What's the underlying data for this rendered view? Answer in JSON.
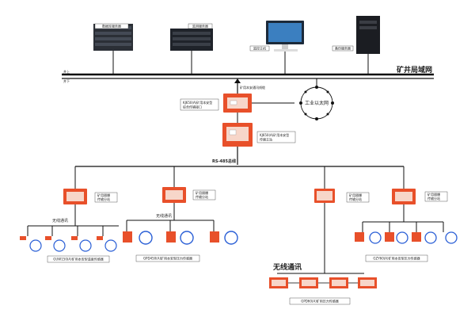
{
  "title_network": "矿井局域网",
  "above_ground": "井上",
  "below_ground": "井下",
  "servers": [
    {
      "label": "数据库服务器"
    },
    {
      "label": "监测服务器"
    },
    {
      "label": "监控主机"
    },
    {
      "label": "备份服务器"
    }
  ],
  "remote_comm_label": "矿用本安通讯线缆",
  "industrial_ethernet": "工业以太网",
  "modules": {
    "upper_substation": "KJ650(A)矿用本安型\n综合传输接口",
    "main_substation": "KJ650(A)矿用本安型\n传输主站",
    "bus_label": "RS-485总线",
    "sub_a": "矿用隔爆\n传输分站",
    "sub_b": "矿用隔爆\n传输分站",
    "sub_c": "矿用隔爆\n传输分站",
    "sub_d": "矿用隔爆\n传输分站"
  },
  "wireless_left": "无线通讯",
  "wireless_mid": "无线通讯",
  "wireless_bottom": "无线通讯",
  "group_captions": {
    "left": "GUW150(A)矿用本安型温度传感器",
    "middle": "GPD450(A)矿用本安型压力传感器",
    "right": "GZY60(A)矿用本安型压力传感器",
    "bottom": "GPD60(A)矿用压力传感器"
  },
  "colors": {
    "accent_orange": "#e8502a",
    "line_black": "#111111",
    "sensor_blue": "#2a5fd6",
    "panel_bg": "#f3c7b8"
  }
}
